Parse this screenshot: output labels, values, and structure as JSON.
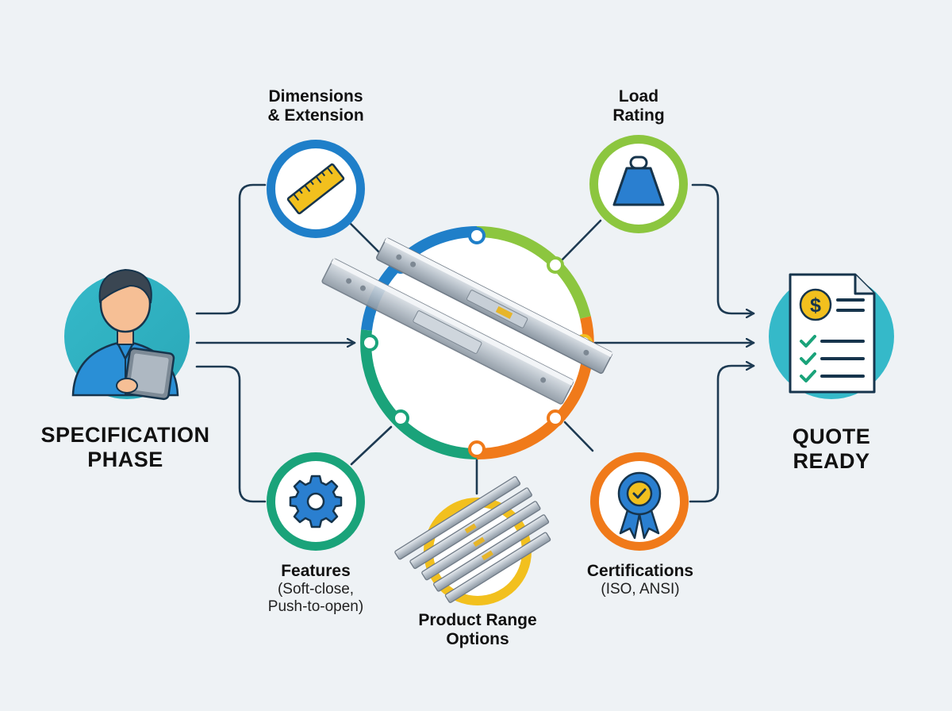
{
  "start": {
    "line1": "SPECIFICATION",
    "line2": "PHASE",
    "icon": "person-with-tablet-icon"
  },
  "end": {
    "line1": "QUOTE",
    "line2": "READY",
    "icon": "quote-document-icon"
  },
  "nodes": {
    "dimensions": {
      "line1": "Dimensions",
      "line2": "& Extension",
      "icon": "ruler-icon",
      "color": "#1f7fc9"
    },
    "load": {
      "line1": "Load",
      "line2": "Rating",
      "icon": "weight-icon",
      "color": "#8cc63f"
    },
    "features": {
      "line1": "Features",
      "line2": "(Soft-close,",
      "line3": "Push-to-open)",
      "icon": "gear-icon",
      "color": "#1aa37a"
    },
    "range": {
      "line1": "Product Range",
      "line2": "Options",
      "icon": "drawer-slides-icon",
      "color": "#f2c01e"
    },
    "certifications": {
      "line1": "Certifications",
      "line2": "(ISO, ANSI)",
      "icon": "award-ribbon-icon",
      "color": "#f07a1a"
    }
  },
  "center": {
    "icon": "drawer-slide-icon"
  },
  "colors": {
    "line": "#1d3a52",
    "blue": "#1f7fc9",
    "green": "#8cc63f",
    "teal": "#1aa37a",
    "yellow": "#f2c01e",
    "orange": "#f07a1a",
    "cyan": "#2bb5c9"
  }
}
